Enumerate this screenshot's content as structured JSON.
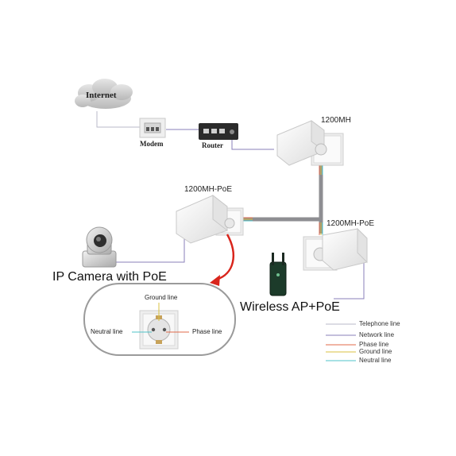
{
  "labels": {
    "internet": "Internet",
    "modem": "Modem",
    "router": "Router",
    "adapter_top": "1200MH",
    "adapter_left": "1200MH-PoE",
    "adapter_right": "1200MH-PoE",
    "ip_camera": "IP Camera with PoE",
    "wireless_ap": "Wireless AP+PoE"
  },
  "socket_detail": {
    "ground": "Ground line",
    "neutral": "Neutral line",
    "phase": "Phase  line"
  },
  "legend": [
    {
      "label": "Telephone line",
      "color": "#b9b9c8"
    },
    {
      "label": "Network line",
      "color": "#8a7fb8"
    },
    {
      "label": "Phase  line",
      "color": "#e06a4a"
    },
    {
      "label": "Ground line",
      "color": "#d8c040"
    },
    {
      "label": "Neutral line",
      "color": "#4fc3c8"
    }
  ],
  "colors": {
    "trunk": "#8e8e92",
    "arrow": "#d9251c",
    "device_body": "#f4f4f4",
    "device_edge": "#cfcfcf"
  }
}
